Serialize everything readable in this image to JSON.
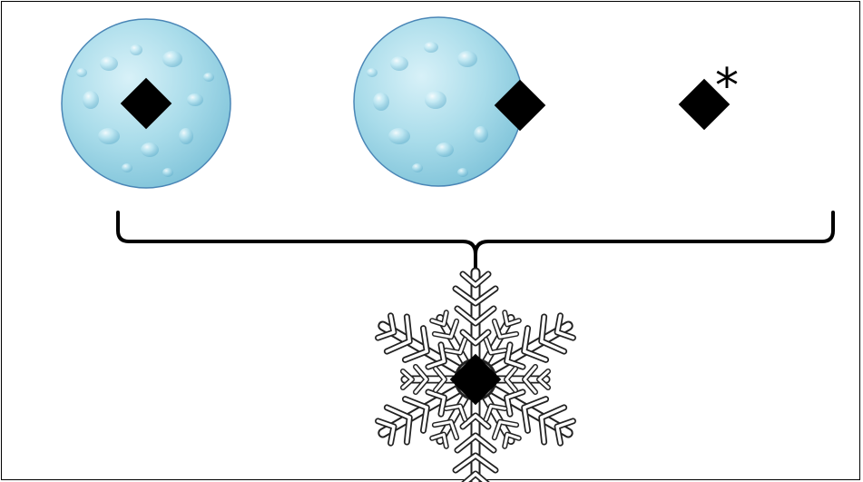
{
  "diagram": {
    "nodes": [
      {
        "id": "droplet-left",
        "kind": "water-droplet",
        "marker": "diamond",
        "marker_position": "center"
      },
      {
        "id": "droplet-middle",
        "kind": "water-droplet",
        "marker": "diamond",
        "marker_position": "right-edge"
      },
      {
        "id": "marker-right",
        "kind": "none",
        "marker": "diamond",
        "annotation": "*"
      }
    ],
    "connector": {
      "kind": "curly-brace",
      "direction": "down"
    },
    "result": {
      "kind": "snowflake",
      "marker": "diamond",
      "marker_position": "center"
    }
  },
  "colors": {
    "droplet_fill": "#a9dcea",
    "droplet_stroke": "#4a86b6",
    "marker": "#000000",
    "brace": "#000000",
    "snowflake_stroke": "#222222",
    "frame": "#000000"
  },
  "icons": {
    "droplet": "water-droplet-icon",
    "marker": "diamond-icon",
    "snowflake": "snowflake-icon"
  }
}
